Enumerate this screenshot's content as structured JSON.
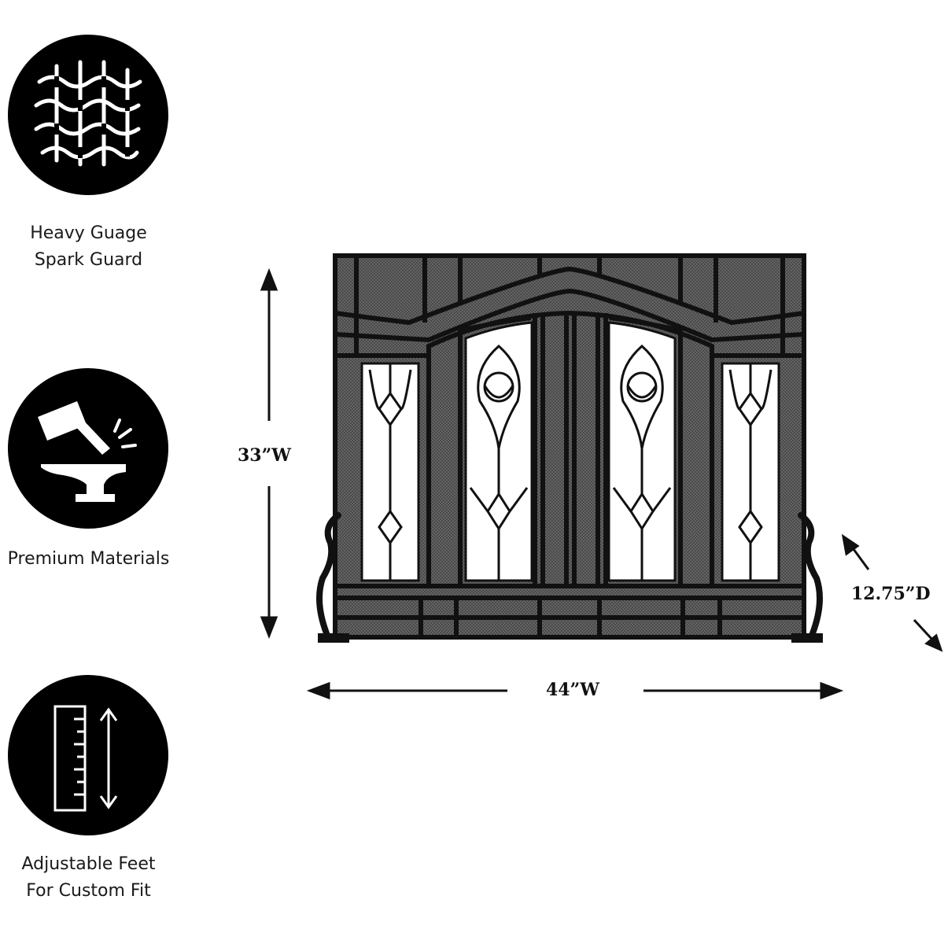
{
  "features": [
    {
      "icon": "spark-guard-mesh-icon",
      "line1": "Heavy Guage",
      "line2": "Spark Guard"
    },
    {
      "icon": "anvil-hammer-icon",
      "line1": "Premium Materials",
      "line2": ""
    },
    {
      "icon": "ruler-adjust-icon",
      "line1": "Adjustable Feet",
      "line2": "For Custom Fit"
    }
  ],
  "dimensions": {
    "height": "33”W",
    "width": "44”W",
    "depth": "12.75”D"
  },
  "colors": {
    "badge": "#000000",
    "frame": "#111111",
    "mesh": "#5c5c5c"
  }
}
